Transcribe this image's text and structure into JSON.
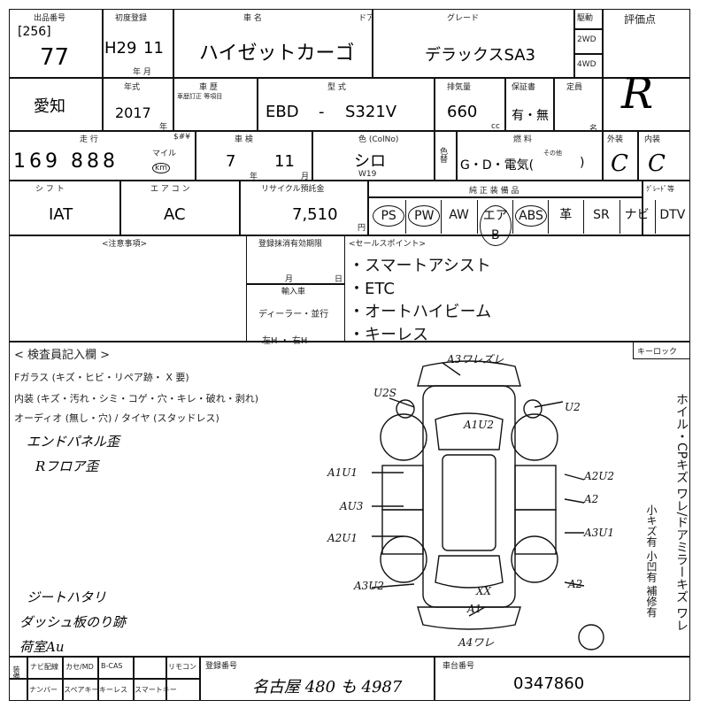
{
  "header": {
    "lot_label": "出品番号",
    "lot_sub": "[256]",
    "lot_number": "77",
    "first_reg_label": "初度登録",
    "first_reg": "H29",
    "first_reg_month": "11",
    "first_reg_unit": "年  月",
    "car_name_label": "車    名",
    "car_name": "ハイゼットカーゴ",
    "door_label": "ドア",
    "grade_label": "グレード",
    "grade": "デラックスSA3",
    "drive_label": "駆動",
    "drive_2wd": "2WD",
    "drive_4wd": "4WD",
    "score_label": "評価点",
    "score": "R"
  },
  "row2": {
    "area": "愛知",
    "year_label": "年式",
    "year": "2017",
    "year_unit": "年",
    "inspection_label": "車    歴",
    "inspection_sub": "車歴訂正 等項目",
    "model_label": "型    式",
    "model_prefix": "EBD",
    "model_dash": "-",
    "model_code": "S321V",
    "displacement_label": "排気量",
    "displacement": "660",
    "displacement_unit": "cc",
    "warranty_label": "保証書",
    "warranty_value": "有・無",
    "capacity_label": "定員",
    "capacity_unit": "名"
  },
  "row3": {
    "mileage_label": "走    行",
    "mileage": "169 888",
    "mileage_unit": "km",
    "mileage_mile": "マイル",
    "mileage_check": "$#¥",
    "shaken_label": "車    検",
    "shaken_year": "7",
    "shaken_month": "11",
    "shaken_year_unit": "年",
    "shaken_month_unit": "月",
    "color_label": "色 (ColNo)",
    "color": "シロ",
    "color_code": "W19",
    "color_change_label": "色替",
    "fuel_label": "燃    料",
    "fuel_options": "G・D・電気(",
    "fuel_other": "その他",
    "fuel_close": ")",
    "exterior_label": "外装",
    "exterior": "C",
    "interior_label": "内装",
    "interior": "C"
  },
  "row4": {
    "shift_label": "シ フ ト",
    "shift": "IAT",
    "aircon_label": "エ ア コ ン",
    "aircon": "AC",
    "recycle_label": "リサイクル預託金",
    "recycle": "7,510",
    "recycle_unit": "円",
    "equipment_label": "純 正 装 備 品",
    "equipment": [
      "PS",
      "PW",
      "AW",
      "エアB",
      "ABS",
      "革",
      "SR",
      "ナビ",
      "DTV"
    ],
    "equipment_circled": [
      "PS",
      "PW",
      "エアB",
      "ABS"
    ],
    "option_label": "ｸﾞﾚｰﾄﾞ等"
  },
  "notes": {
    "caution_label": "<注意事項>",
    "reg_expiry_label": "登録抹消有効期限",
    "reg_month": "月",
    "reg_day": "日",
    "import_label": "輸入車",
    "dealer_label": "ディーラー・並行",
    "handle_label": "左H ・ 右H",
    "selling_label": "<セールスポイント>",
    "selling_points": [
      "・スマートアシスト",
      "・ETC",
      "・オートハイビーム",
      "・キーレス"
    ]
  },
  "inspector": {
    "title": "< 検査員記入欄 >",
    "glass_line": "Fガラス (キズ・ヒビ・リペア跡・ X 要)",
    "interior_line": "内装 (キズ・汚れ・シミ・コゲ・穴・キレ・破れ・剥れ)",
    "audio_line": "オーディオ (無し・穴) / タイヤ (スタッドレス)",
    "notes_hand": [
      "エンドパネル歪",
      "Rフロア歪"
    ],
    "bottom_hand": [
      "ジートハタリ",
      "ダッシュ板のり跡",
      "荷室Au"
    ],
    "keylock_label": "キーロック",
    "side_text": "ホイル・CPキズ ワレ/ドアミラーキズ ワレ",
    "side_text2": "小キズ有 小凹有 補修有"
  },
  "diagram": {
    "marks": [
      "A3ワレズレ",
      "U2S",
      "A1U2",
      "U2",
      "A1U1",
      "A2U2",
      "AU3",
      "A2",
      "A2U1",
      "A3U1",
      "A3U2",
      "XX",
      "A1",
      "A2",
      "A4ワレ"
    ]
  },
  "footer": {
    "col1_label": "装備",
    "nav_label": "ナビ配線",
    "nav_sel": "カセ/MD",
    "tv_label": "B-CAS",
    "remocon_label": "リモコン",
    "numberplate_label": "ナンバー",
    "spare_label": "スペアキー",
    "keyless_label": "キーレス",
    "smartkey_label": "スマートキー",
    "plate_label": "登録番号",
    "plate_number": "名古屋 480 も 4987",
    "chassis_label": "車台番号",
    "chassis_number": "0347860"
  }
}
